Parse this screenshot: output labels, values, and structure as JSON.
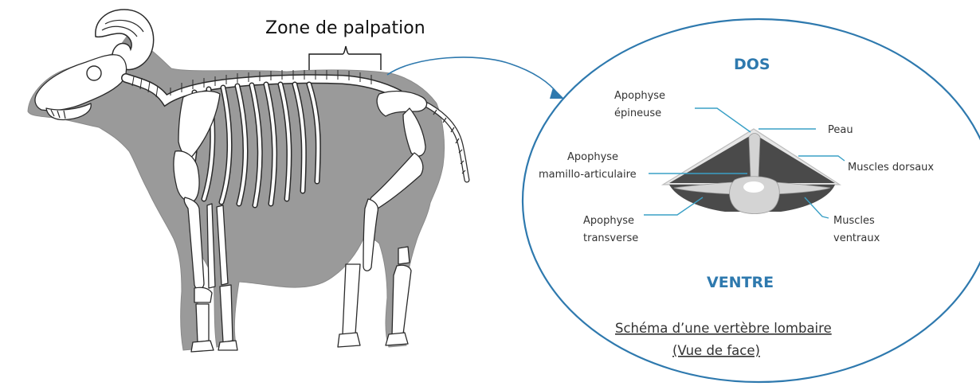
{
  "palpation": {
    "title": "Zone de palpation"
  },
  "detail": {
    "top_label": "DOS",
    "bottom_label": "VENTRE",
    "labels": {
      "apophyse_epineuse_1": "Apophyse",
      "apophyse_epineuse_2": "épineuse",
      "peau": "Peau",
      "apophyse_mamillo_1": "Apophyse",
      "apophyse_mamillo_2": "mamillo-articulaire",
      "muscles_dorsaux": "Muscles dorsaux",
      "apophyse_transverse_1": "Apophyse",
      "apophyse_transverse_2": "transverse",
      "muscles_ventraux_1": "Muscles",
      "muscles_ventraux_2": "ventraux"
    },
    "caption_line1": "Schéma d’une vertèbre lombaire",
    "caption_line2": "(Vue de face)"
  },
  "colors": {
    "accent_blue": "#2e79ae",
    "leader_line": "#3aa0c6",
    "body_gray": "#9a9a9a",
    "muscle_dark": "#4a4a4a",
    "bone_light": "#d4d4d4"
  }
}
